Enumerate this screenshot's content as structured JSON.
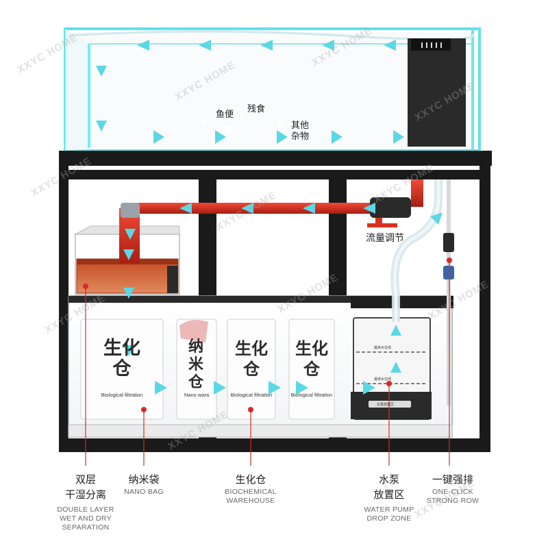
{
  "watermark": "XXYC HOME",
  "tank_bubbles": {
    "fish_waste": "鱼便",
    "leftover_food": "残食",
    "other_debris_line1": "其他",
    "other_debris_line2": "杂物"
  },
  "flow_control_label": "流量调节",
  "chambers": {
    "bio1_cn": "生化仓",
    "bio1_en": "Biological filtration",
    "nano_cn": "纳米仓",
    "nano_en": "Nano wara",
    "bio2_cn": "生化仓",
    "bio2_en": "Biological filtration",
    "bio3_cn": "生化仓",
    "bio3_en": "Biological filtration",
    "pump_top_text": "最高水位线",
    "pump_mid_text": "最低水位线",
    "pump_bottom_text": "水泵放置区"
  },
  "callouts": [
    {
      "cn1": "双层",
      "cn2": "干湿分离",
      "en1": "DOUBLE LAYER",
      "en2": "WET AND DRY",
      "en3": "SEPARATION"
    },
    {
      "cn1": "纳米袋",
      "en1": "NANO BAG"
    },
    {
      "cn1": "生化仓",
      "en1": "BIOCHEMICAL",
      "en2": "WAREHOUSE"
    },
    {
      "cn1": "水泵",
      "cn2": "放置区",
      "en1": "WATER PUMP",
      "en2": "DROP ZONE"
    },
    {
      "cn1": "一键强排",
      "en1": "ONE-CLICK",
      "en2": "STRONG ROW"
    }
  ],
  "colors": {
    "frame": "#1a1a1a",
    "glass_edge": "#5fe3ea",
    "flow_arrow": "#5ad8e6",
    "pipe": "#d9301f",
    "callout_line": "#d62a2a",
    "wet_dry_box": "#c0391e"
  }
}
